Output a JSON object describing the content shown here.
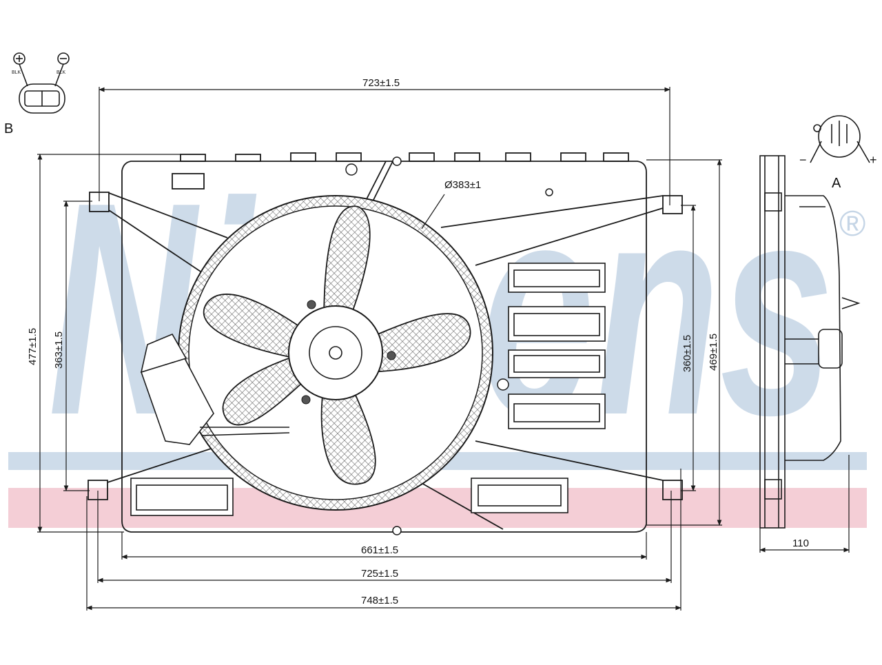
{
  "brand": {
    "wordmark": "Nissens",
    "registered": "®"
  },
  "colors": {
    "line": "#1a1a1a",
    "watermark": "#c5d5e6",
    "band_blue": "#c9d8e8",
    "band_pink": "#f2c6cf",
    "hatch": "#6a6a6a"
  },
  "connector": {
    "label": "B",
    "pos_symbol": "+",
    "neg_symbol": "−",
    "pos_wire": "BLK",
    "neg_wire": "BLK"
  },
  "motor_connector": {
    "label": "A",
    "neg": "−",
    "pos": "+"
  },
  "dimensions": {
    "top_width": "723±1.5",
    "fan_diameter": "Ø383±1",
    "left_outer_height": "477±1.5",
    "left_inner_height": "363±1.5",
    "right_inner_height": "360±1.5",
    "right_outer_height": "469±1.5",
    "bottom_1": "661±1.5",
    "bottom_2": "725±1.5",
    "bottom_3": "748±1.5",
    "depth": "110"
  },
  "icons": [
    "plus-circle-icon",
    "minus-circle-icon",
    "connector-plug-icon",
    "screw-icon",
    "motor-connector-icon"
  ]
}
